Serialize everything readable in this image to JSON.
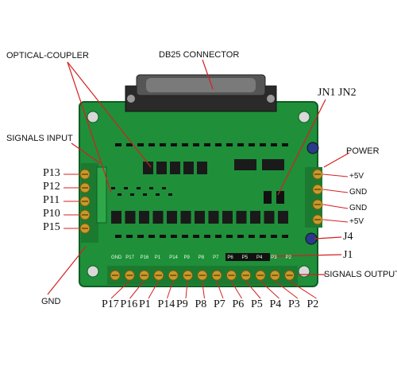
{
  "labels": {
    "optical_coupler": "OPTICAL-COUPLER",
    "db25_connector": "DB25 CONNECTOR",
    "signals_input": "SIGNALS INPUT",
    "jn1_jn2": "JN1  JN2",
    "power": "POWER",
    "plus5v_top": "+5V",
    "gnd_1": "GND",
    "gnd_2": "GND",
    "plus5v_bottom": "+5V",
    "j4": "J4",
    "j1": "J1",
    "signals_output": "SIGNALS OUTPUT",
    "gnd_left": "GND"
  },
  "input_pins": [
    "P13",
    "P12",
    "P11",
    "P10",
    "P15"
  ],
  "output_pins": [
    "P17",
    "P16",
    "P1",
    "P14",
    "P9",
    "P8",
    "P7",
    "P6",
    "P5",
    "P4",
    "P3",
    "P2"
  ],
  "silkscreen_bottom": [
    "GND",
    "P17",
    "P16",
    "P1",
    "P14",
    "P9",
    "P8",
    "P7",
    "P6",
    "P5",
    "P4",
    "P3",
    "P2"
  ],
  "colors": {
    "board": "#1f8f3a",
    "board_dark": "#166e2c",
    "chip": "#1a1a1a",
    "terminal": "#c89a2a",
    "leader": "#d42020"
  }
}
